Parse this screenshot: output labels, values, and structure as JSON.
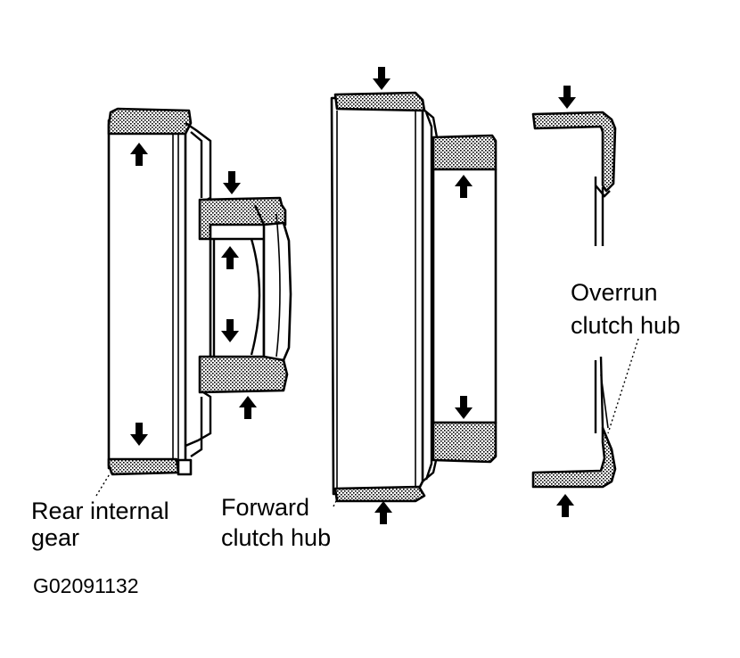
{
  "labels": {
    "rear_internal_gear_line1": "Rear internal",
    "rear_internal_gear_line2": "gear",
    "forward_clutch_hub_line1": "Forward",
    "forward_clutch_hub_line2": "clutch hub",
    "overrun_clutch_hub_line1": "Overrun",
    "overrun_clutch_hub_line2": "clutch hub"
  },
  "figure_code": "G02091132"
}
